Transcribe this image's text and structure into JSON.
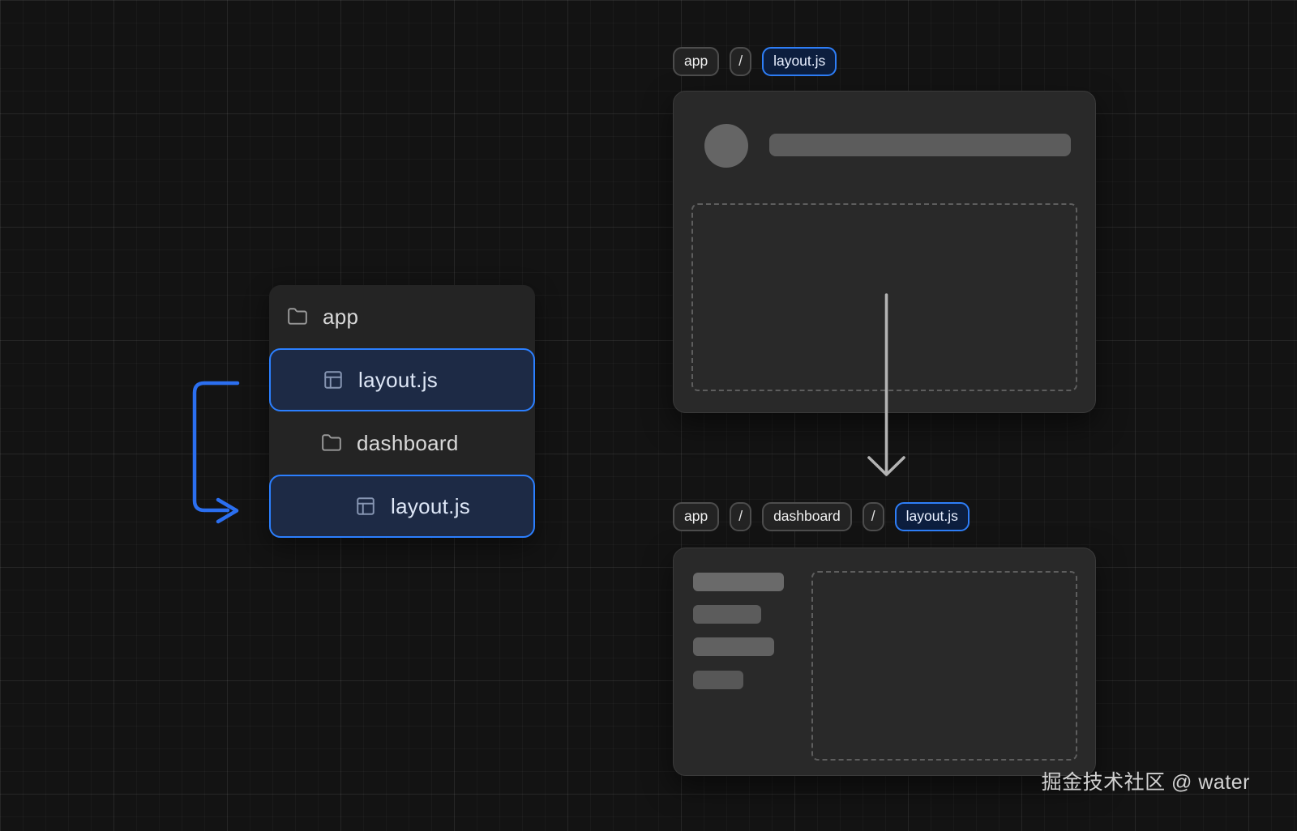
{
  "file_tree": {
    "items": [
      {
        "label": "app",
        "icon": "folder-icon",
        "level": 0,
        "highlighted": false
      },
      {
        "label": "layout.js",
        "icon": "layout-icon",
        "level": 1,
        "highlighted": true
      },
      {
        "label": "dashboard",
        "icon": "folder-icon",
        "level": 1,
        "highlighted": false
      },
      {
        "label": "layout.js",
        "icon": "layout-icon",
        "level": 2,
        "highlighted": true
      }
    ]
  },
  "breadcrumbs": {
    "root": {
      "segments": [
        {
          "label": "app",
          "type": "plain"
        },
        {
          "label": "/",
          "type": "separator"
        },
        {
          "label": "layout.js",
          "type": "active"
        }
      ]
    },
    "dashboard": {
      "segments": [
        {
          "label": "app",
          "type": "plain"
        },
        {
          "label": "/",
          "type": "separator"
        },
        {
          "label": "dashboard",
          "type": "plain"
        },
        {
          "label": "/",
          "type": "separator"
        },
        {
          "label": "layout.js",
          "type": "active"
        }
      ]
    }
  },
  "watermark": "掘金技术社区 @ water",
  "colors": {
    "accent_blue": "#2b7fff",
    "connector_blue": "#2b6ff0",
    "highlight_bg": "#1d2a45",
    "active_pill_bg": "#0c1e3e",
    "card_bg": "#292929",
    "tree_bg": "#242424",
    "page_bg": "#131313",
    "placeholder_gray": "#5c5c5c",
    "flow_arrow_gray": "#b3b3b3"
  }
}
